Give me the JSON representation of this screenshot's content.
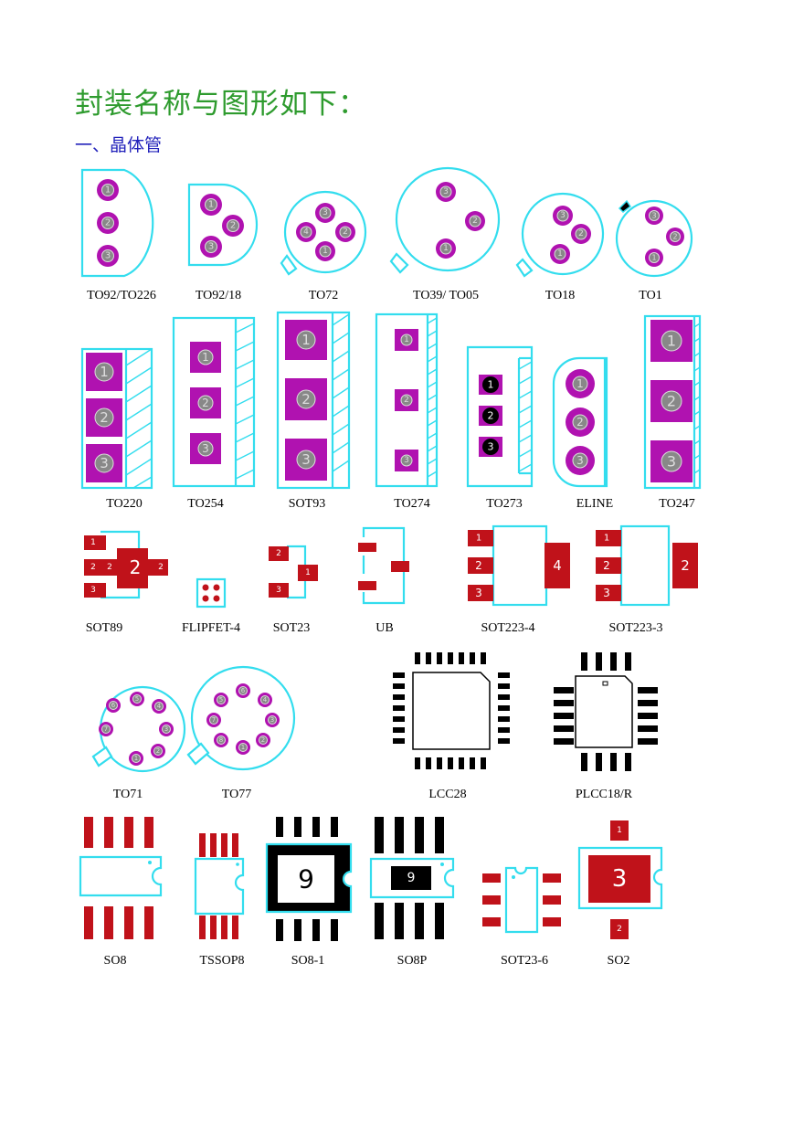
{
  "heading": "封装名称与图形如下：",
  "section": "一、晶体管",
  "labels": {
    "to92_226": "TO92/TO226",
    "to92_18": "TO92/18",
    "to72": "TO72",
    "to39": "TO39/ TO05",
    "to18": "TO18",
    "to1": "TO1",
    "to220": "TO220",
    "to254": "TO254",
    "sot93": "SOT93",
    "to274": "TO274",
    "to273": "TO273",
    "eline": "ELINE",
    "to247": "TO247",
    "sot89": "SOT89",
    "flipfet4": "FLIPFET-4",
    "sot23": "SOT23",
    "ub": "UB",
    "sot223_4": "SOT223-4",
    "sot223_3": "SOT223-3",
    "to71": "TO71",
    "to77": "TO77",
    "lcc28": "LCC28",
    "plcc18r": "PLCC18/R",
    "so8": "SO8",
    "tssop8": "TSSOP8",
    "so8_1": "SO8-1",
    "so8p": "SO8P",
    "sot23_6": "SOT23-6",
    "so2": "SO2"
  },
  "pin_numbers": {
    "p1": "1",
    "p2": "2",
    "p3": "3",
    "p4": "4",
    "p5": "5",
    "p6": "6",
    "p7": "7",
    "p8": "8",
    "p9": "9"
  },
  "colors": {
    "outline": "#33ddee",
    "pad_magenta": "#b012b0",
    "pad_red": "#c0121a",
    "pad_black": "#000000",
    "title_green": "#2e9b2e",
    "section_blue": "#2222bb"
  }
}
